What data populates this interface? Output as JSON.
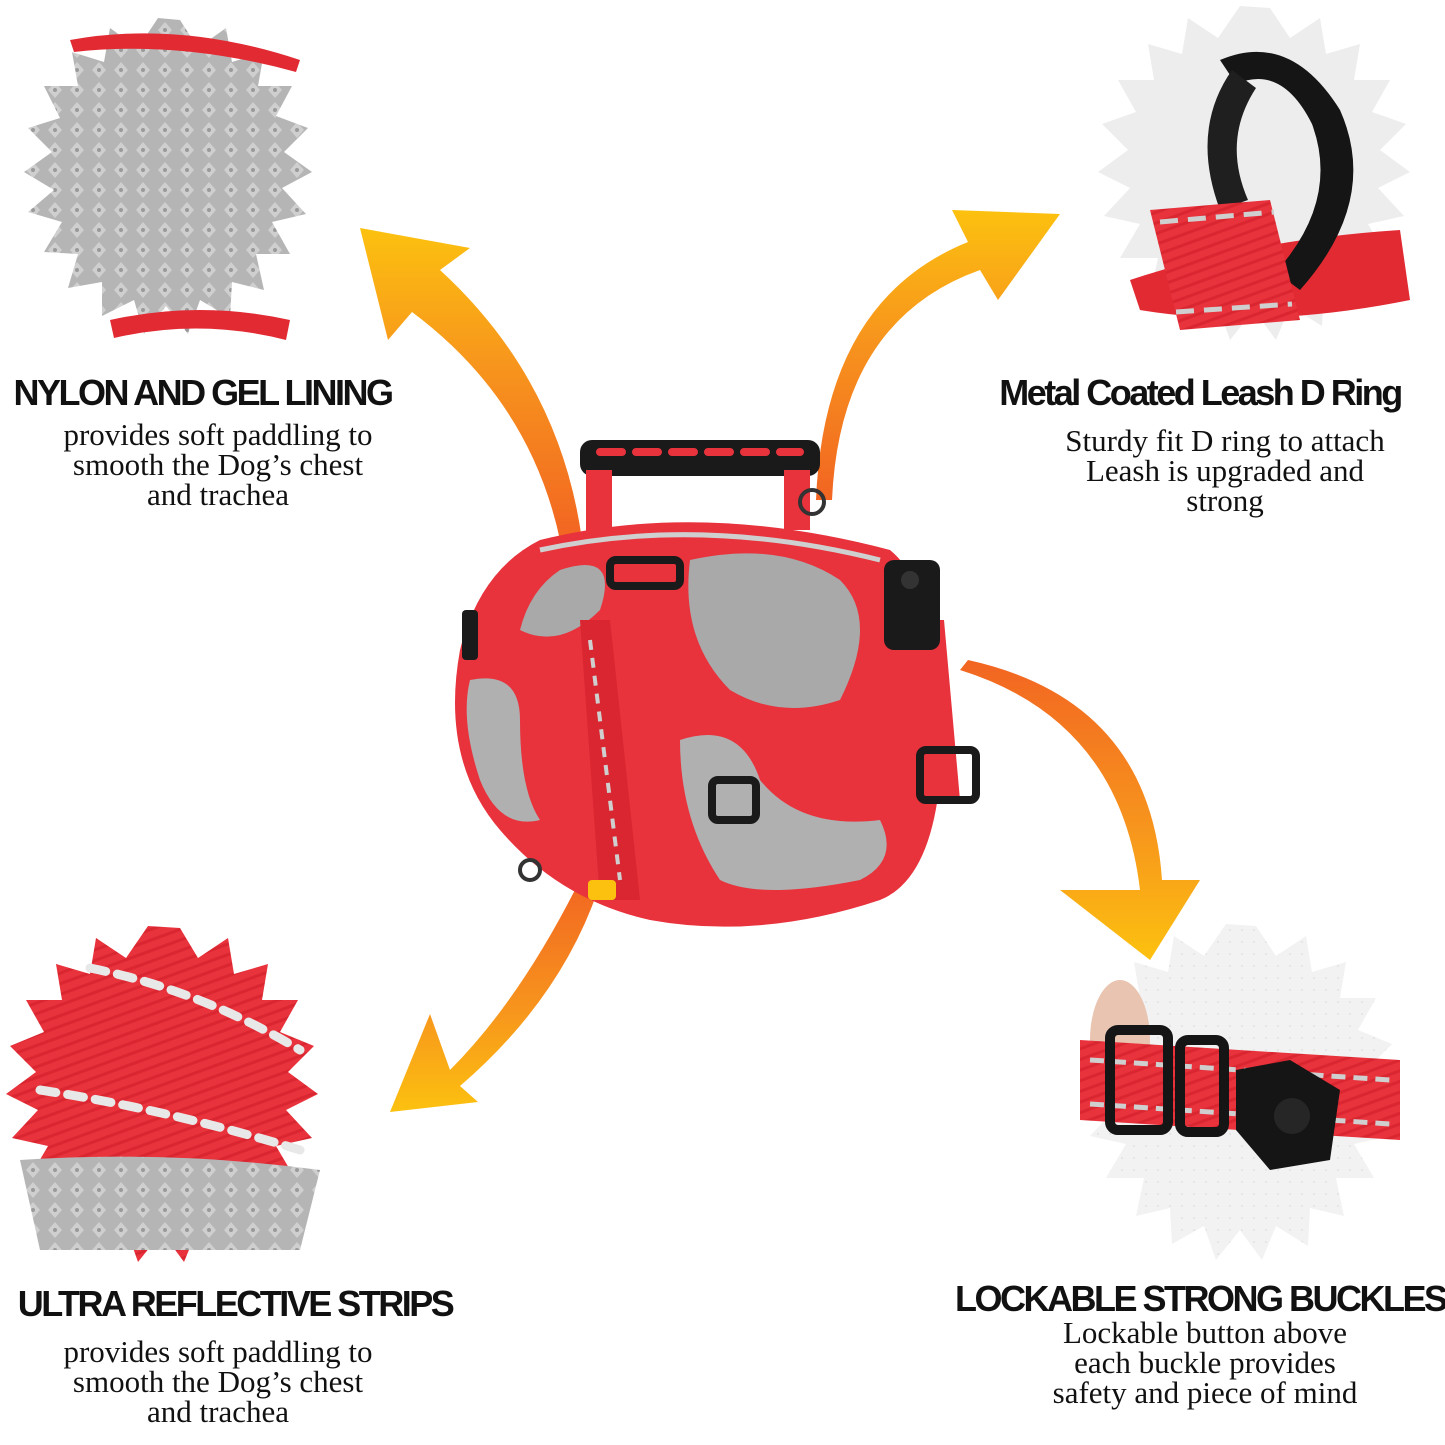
{
  "features": {
    "top_left": {
      "title": "NYLON AND GEL LINING",
      "description": "provides soft paddling to\nsmooth the Dog’s chest\nand trachea"
    },
    "top_right": {
      "title": "Metal Coated Leash D Ring",
      "description": "Sturdy fit D ring to attach\nLeash is upgraded and\nstrong"
    },
    "bottom_left": {
      "title": "ULTRA REFLECTIVE STRIPS",
      "description": "provides soft paddling to\nsmooth the Dog’s chest\nand trachea"
    },
    "bottom_right": {
      "title": "LOCKABLE STRONG BUCKLES",
      "description": "Lockable button above\neach buckle provides\nsafety and piece of mind"
    }
  },
  "colors": {
    "harness_red": "#e8323c",
    "lining_gray": "#a9a9a9",
    "arrow_orange": "#f7941d",
    "arrow_yellow": "#fcd116",
    "hardware_black": "#1a1a1a"
  }
}
